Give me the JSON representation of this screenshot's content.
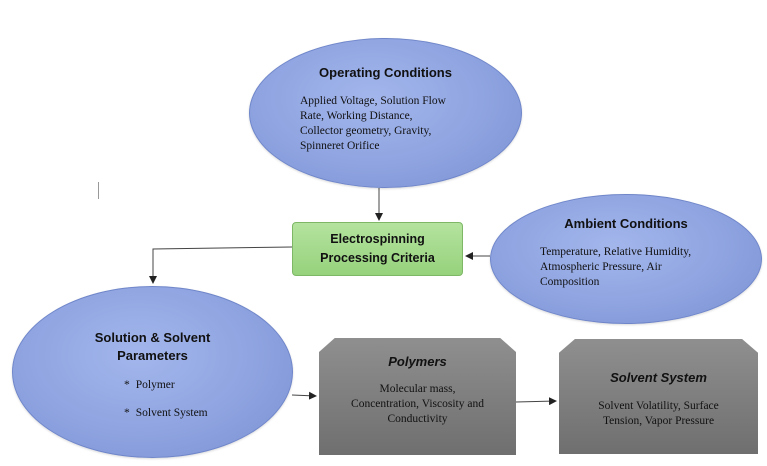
{
  "operating": {
    "title": "Operating Conditions",
    "lines": [
      "Applied Voltage, Solution Flow",
      "Rate, Working Distance,",
      "Collector geometry, Gravity,",
      "Spinneret Orifice"
    ]
  },
  "ambient": {
    "title": "Ambient Conditions",
    "lines": [
      "Temperature, Relative Humidity,",
      "Atmospheric Pressure, Air",
      "Composition"
    ]
  },
  "center": {
    "lines": [
      "Electrospinning",
      "Processing Criteria"
    ]
  },
  "solution": {
    "title_lines": [
      "Solution & Solvent",
      "Parameters"
    ],
    "bullet_symbol": "*",
    "bullets": [
      "Polymer",
      "Solvent System"
    ]
  },
  "polymers": {
    "title": "Polymers",
    "lines": [
      "Molecular mass,",
      "Concentration, Viscosity and",
      "Conductivity"
    ]
  },
  "solvent_system": {
    "title": "Solvent System",
    "lines": [
      "Solvent Volatility, Surface",
      "Tension, Vapor Pressure"
    ]
  }
}
